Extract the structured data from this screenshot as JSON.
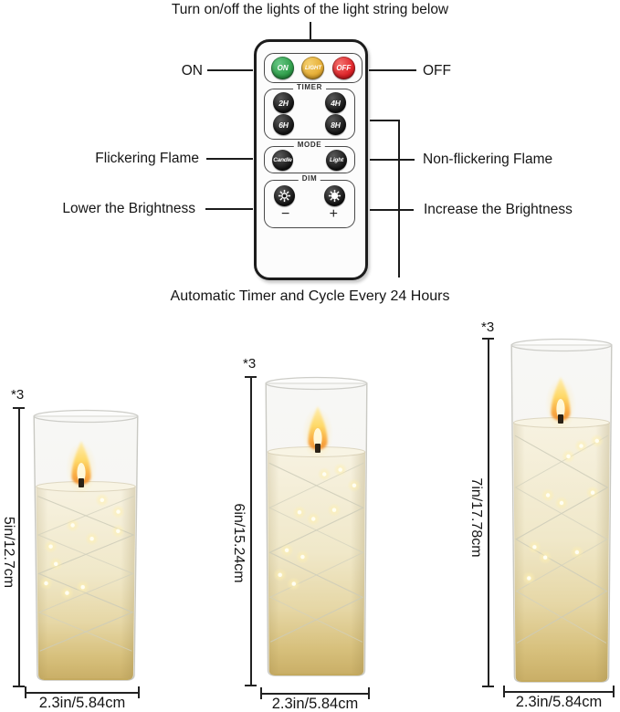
{
  "header": {
    "title": "Turn on/off the lights of the light string below"
  },
  "remote": {
    "power": {
      "on": "ON",
      "light": "LIGHT",
      "off": "OFF"
    },
    "timer": {
      "label": "TIMER",
      "buttons": [
        "2H",
        "4H",
        "6H",
        "8H"
      ]
    },
    "mode": {
      "label": "MODE",
      "buttons": [
        "Candle",
        "Light"
      ]
    },
    "dim": {
      "label": "DIM",
      "decrease": "−",
      "increase": "+"
    }
  },
  "callouts": {
    "on": "ON",
    "off": "OFF",
    "flickering": "Flickering Flame",
    "non_flickering": "Non-flickering Flame",
    "lower": "Lower the Brightness",
    "increase": "Increase the Brightness",
    "timer_cycle": "Automatic Timer and Cycle Every 24 Hours"
  },
  "candles": [
    {
      "quantity": "*3",
      "height": "5in/12.7cm",
      "diameter": "2.3in/5.84cm"
    },
    {
      "quantity": "*3",
      "height": "6in/15.24cm",
      "diameter": "2.3in/5.84cm"
    },
    {
      "quantity": "*3",
      "height": "7in/17.78cm",
      "diameter": "2.3in/5.84cm"
    }
  ],
  "colors": {
    "on_button": "#2e9d49",
    "light_button": "#e5ac32",
    "off_button": "#de2127",
    "line": "#1c1c1c",
    "light_glow": "#fff3c4"
  }
}
